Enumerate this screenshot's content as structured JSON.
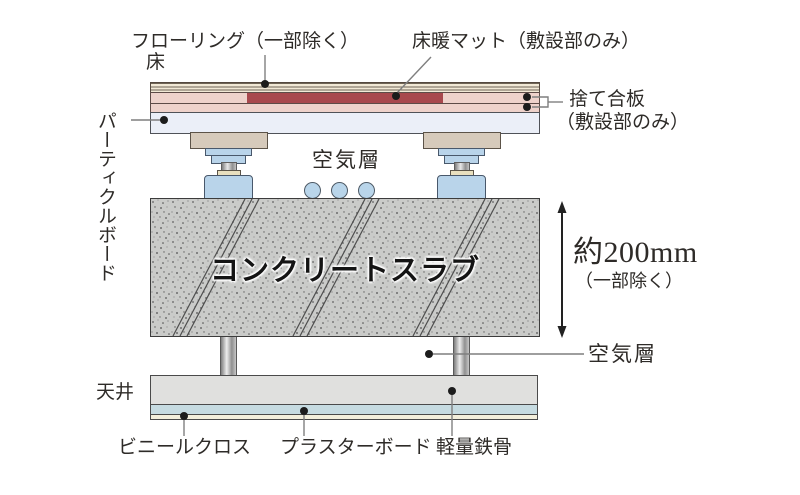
{
  "labels": {
    "flooring": "フローリング（一部除く）",
    "floor_side": "床",
    "heating_mat": "床暖マット（敷設部のみ）",
    "sacrificial_plywood_line1": "捨て合板",
    "sacrificial_plywood_line2": "（敷設部のみ）",
    "particle_board": "パーティクルボード",
    "air_layer_top": "空気層",
    "concrete_slab": "コンクリートスラブ",
    "dimension_value": "約200mm",
    "dimension_note": "（一部除く）",
    "air_layer_right": "空気層",
    "ceiling_side": "天井",
    "vinyl_cloth": "ビニールクロス",
    "plaster_board": "プラスターボード",
    "light_steel": "軽量鉄骨"
  },
  "colors": {
    "heating_mat_red": "#a8484d",
    "plywood_pink": "#eed2cb",
    "particle_board_white": "#ebeff8",
    "support_tan": "#d6cabb",
    "support_blue": "#b9d4ea",
    "concrete_gray": "#cacbc9",
    "ceiling_gray": "#e0e0de",
    "ceiling_blue": "#c6dbe1",
    "ceiling_cream": "#f3efdc",
    "leader_line": "#7f7f7f",
    "text": "#2e2b28"
  }
}
